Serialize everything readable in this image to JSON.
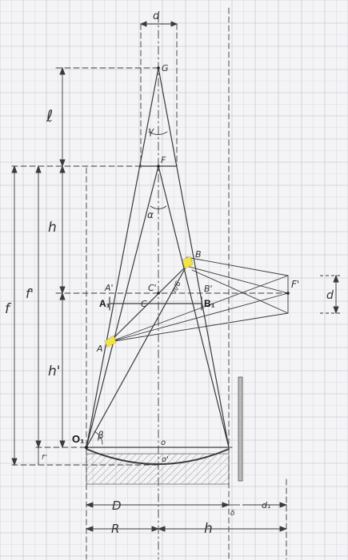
{
  "labels": {
    "d_top": "d",
    "G": "G",
    "gamma": "γ",
    "l": "ℓ",
    "F": "F",
    "alpha": "α",
    "h_left": "h",
    "B": "B",
    "A_prime": "A'",
    "C_prime": "C'",
    "pi_over_6": "π/6",
    "B_prime": "B'",
    "F_prime": "F'",
    "d_right": "d",
    "A1": "A₁",
    "C": "C",
    "B1": "B₁",
    "f": "f",
    "f_prime": "f'",
    "A": "A",
    "h_prime": "h'",
    "O1": "O₁",
    "beta": "β",
    "o_center": "o",
    "o_prime": "o'",
    "f_double_prime": "f''",
    "D": "D",
    "delta": "δ",
    "d1": "d₁",
    "R": "R",
    "h_bottom": "h"
  },
  "colors": {
    "highlight": "#f1e34a",
    "pencil": "#3a3a3a",
    "grid_major": "#b9bdc6",
    "grid_minor": "#dadce2"
  }
}
